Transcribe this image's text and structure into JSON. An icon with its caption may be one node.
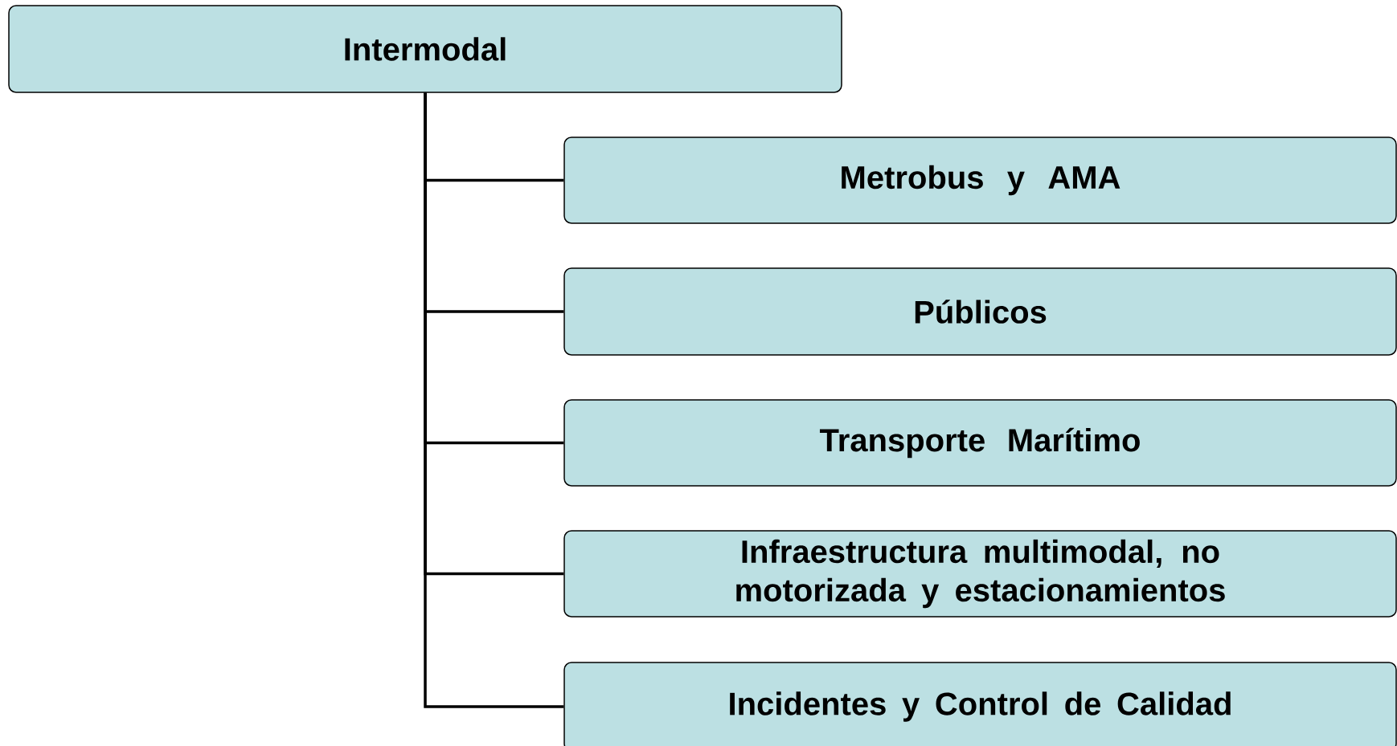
{
  "diagram": {
    "nodes": [
      {
        "text": [
          "Intermodal"
        ]
      },
      {
        "text": [
          "Metrobus y AMA"
        ]
      },
      {
        "text": [
          "Públicos"
        ]
      },
      {
        "text": [
          "Transporte Marítimo"
        ]
      },
      {
        "text": [
          "Infraestructura multimodal, no motorizada y estacionamientos"
        ]
      },
      {
        "text": [
          "Incidentes y Control de Calidad"
        ]
      }
    ],
    "edges": [
      {
        "from": 0,
        "to": 1,
        "arrow": "none"
      },
      {
        "from": 0,
        "to": 2,
        "arrow": "none"
      },
      {
        "from": 0,
        "to": 3,
        "arrow": "none"
      },
      {
        "from": 0,
        "to": 4,
        "arrow": "none"
      },
      {
        "from": 0,
        "to": 5,
        "arrow": "none"
      }
    ]
  }
}
